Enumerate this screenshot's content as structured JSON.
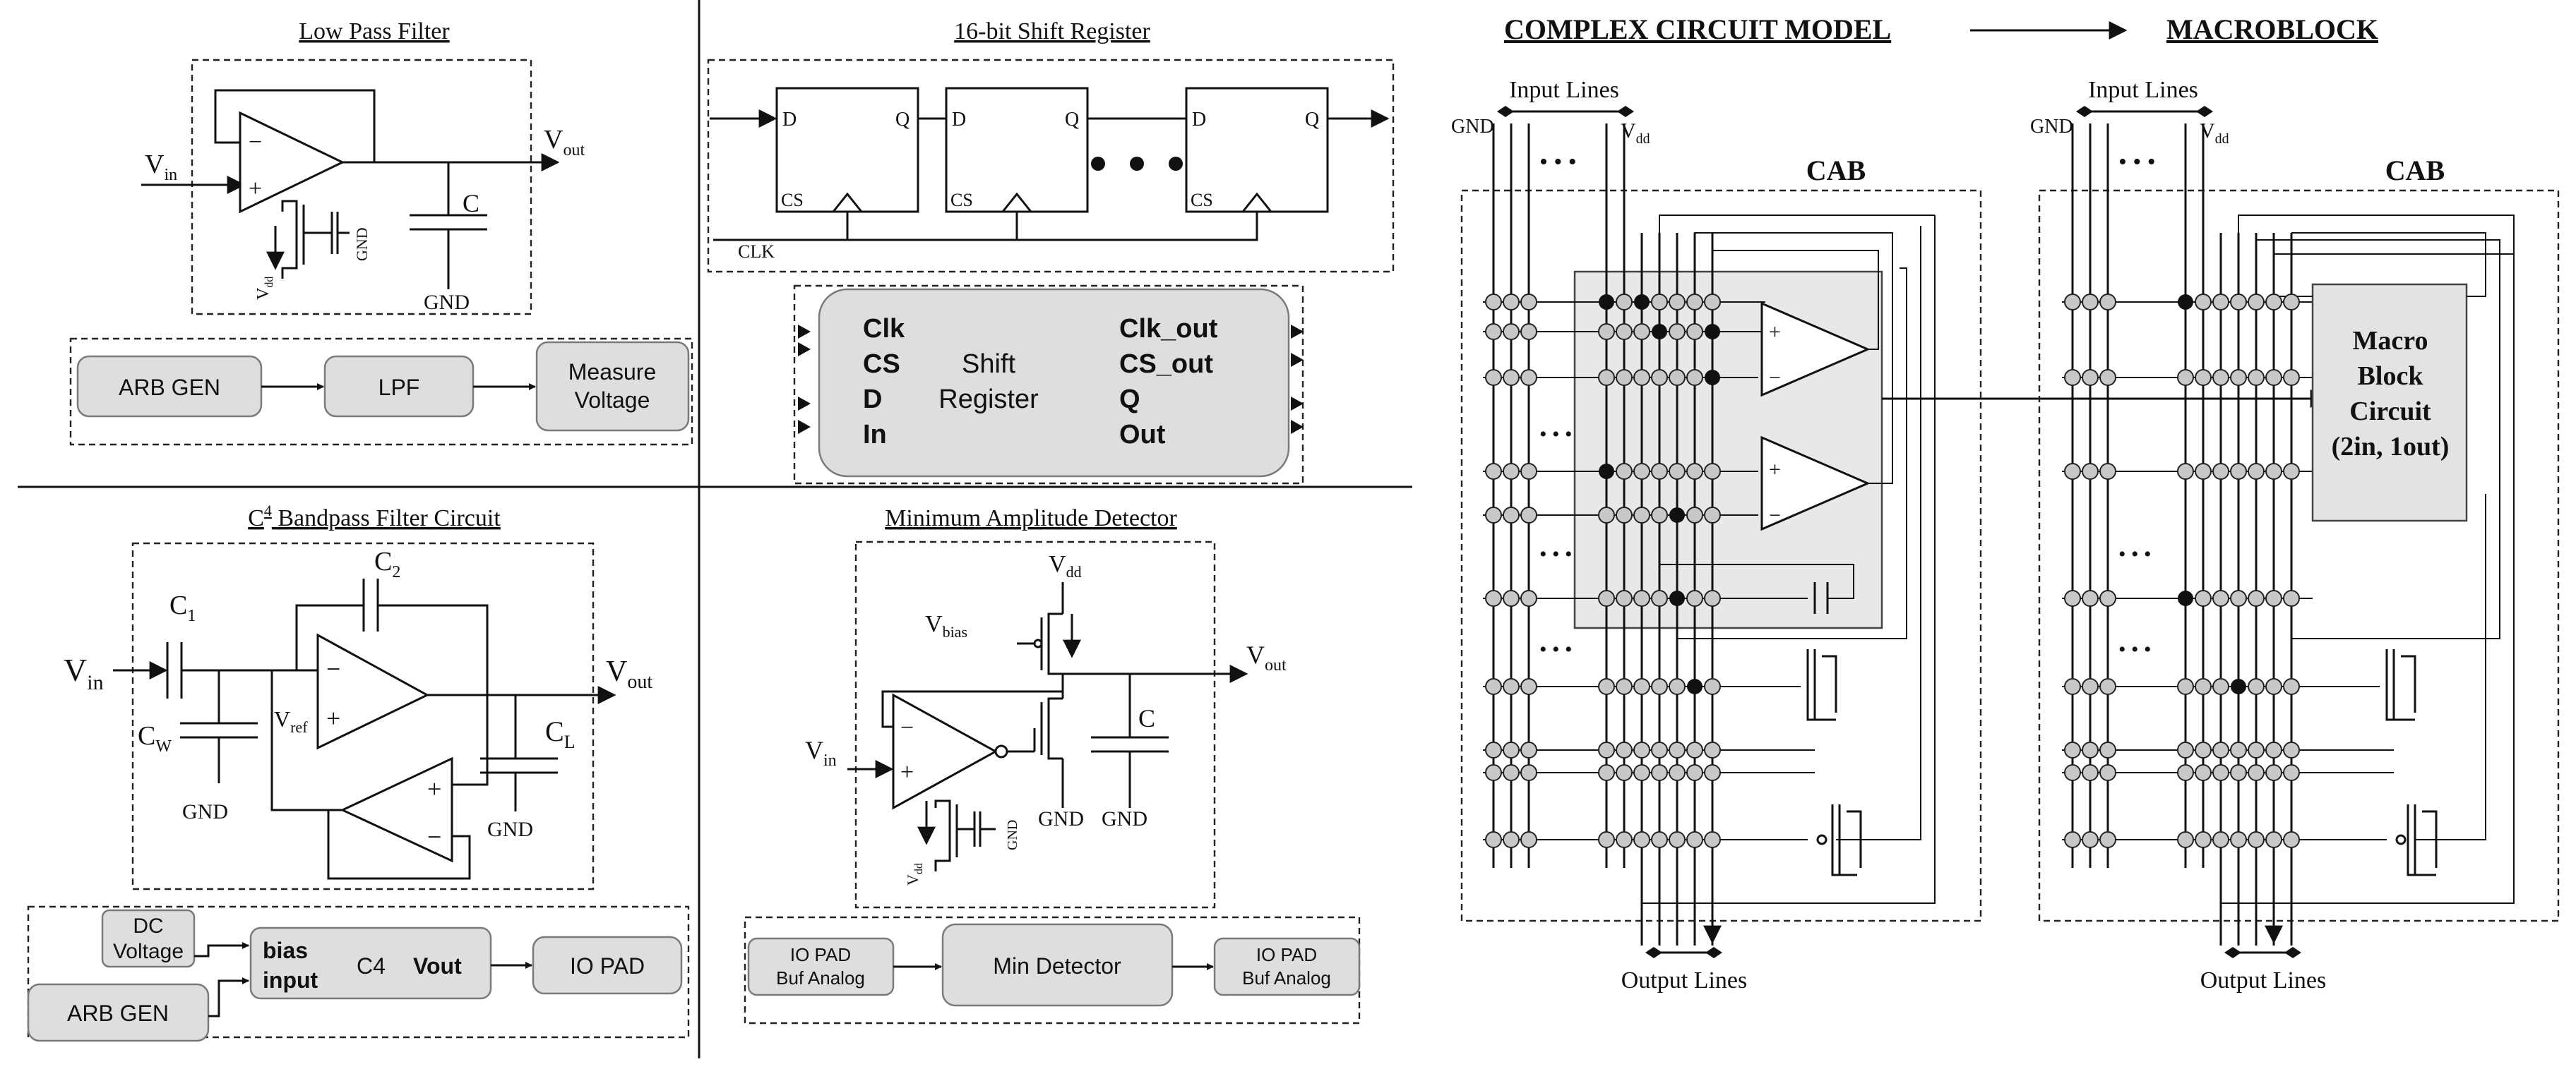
{
  "titles": {
    "lpf": "Low Pass Filter",
    "shift": "16-bit Shift Register",
    "c4": "C",
    "c4_sup": "4",
    "c4_rest": " Bandpass Filter Circuit",
    "mad": "Minimum Amplitude Detector",
    "complex": "COMPLEX CIRCUIT MODEL",
    "macro": "MACROBLOCK"
  },
  "lpf": {
    "vin": "V",
    "vin_sub": "in",
    "vout": "V",
    "vout_sub": "out",
    "cap": "C",
    "gnd": "GND",
    "gnd2": "GND",
    "vdd": "V",
    "vdd_sub": "dd",
    "minus": "−",
    "plus": "+",
    "blocks": [
      "ARB GEN",
      "LPF"
    ],
    "measure": [
      "Measure",
      "Voltage"
    ]
  },
  "shift": {
    "d": "D",
    "q": "Q",
    "cs": "CS",
    "clk": "CLK",
    "block": {
      "left": [
        "Clk",
        "CS",
        "D",
        "In"
      ],
      "center": [
        "Shift",
        "Register"
      ],
      "right": [
        "Clk_out",
        "CS_out",
        "Q",
        "Out"
      ]
    }
  },
  "c4": {
    "vin": "V",
    "vin_sub": "in",
    "vout": "V",
    "vout_sub": "out",
    "c1": "C",
    "c1_sub": "1",
    "c2": "C",
    "c2_sub": "2",
    "cw": "C",
    "cw_sub": "W",
    "cl": "C",
    "cl_sub": "L",
    "vref": "V",
    "vref_sub": "ref",
    "gnd": "GND",
    "minus": "−",
    "plus": "+",
    "dc": [
      "DC",
      "Voltage"
    ],
    "arb": "ARB GEN",
    "block": {
      "bias": "bias",
      "input": "input",
      "name": "C4",
      "vout": "Vout"
    },
    "iopad": "IO PAD"
  },
  "mad": {
    "vdd": "V",
    "vdd_sub": "dd",
    "vbias": "V",
    "vbias_sub": "bias",
    "vout": "V",
    "vout_sub": "out",
    "vin": "V",
    "vin_sub": "in",
    "cap": "C",
    "gnd": "GND",
    "minus": "−",
    "plus": "+",
    "io_left": [
      "IO PAD",
      "Buf Analog"
    ],
    "detector": "Min Detector",
    "io_right": [
      "IO PAD",
      "Buf Analog"
    ]
  },
  "cab": {
    "input_lines": "Input Lines",
    "gnd": "GND",
    "vdd": "V",
    "vdd_sub": "dd",
    "cab": "CAB",
    "output_lines": "Output Lines",
    "ellipsis": "• • •",
    "plus": "+",
    "minus": "−",
    "macro_text": [
      "Macro",
      "Block",
      "Circuit",
      "(2in, 1out)"
    ]
  }
}
